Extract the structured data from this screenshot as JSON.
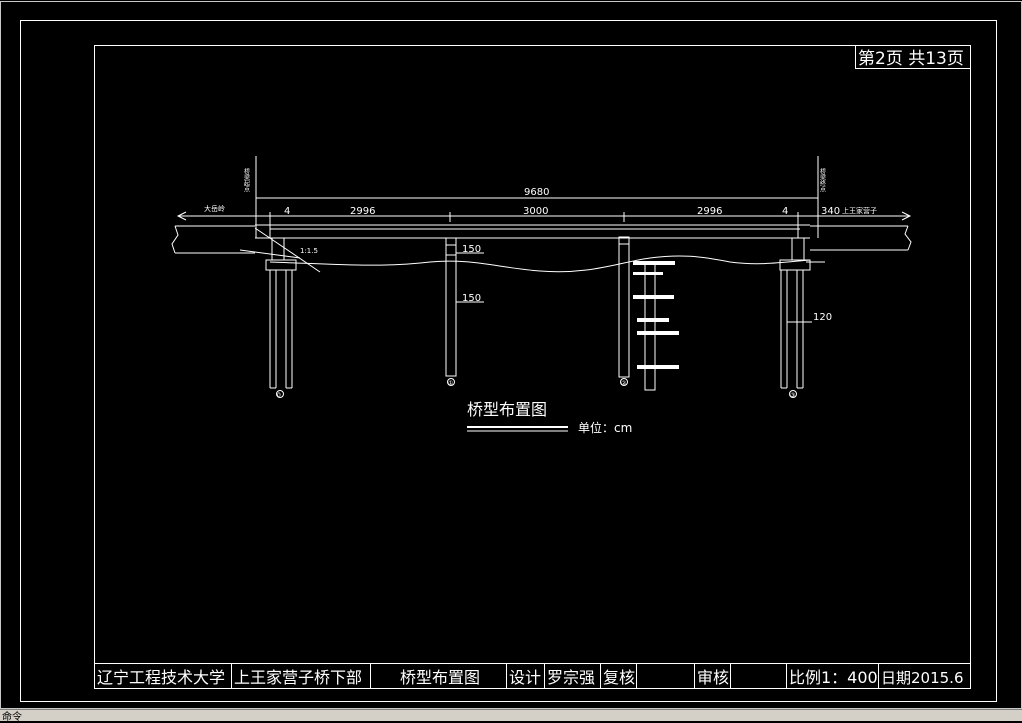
{
  "drawing": {
    "title": "桥型布置图",
    "unit_label": "单位：cm",
    "page_indicator": "第2页  共13页"
  },
  "dimensions": {
    "total": "9680",
    "left_end": "4",
    "span1": "2996",
    "span2": "3000",
    "span3": "2996",
    "right_end": "4",
    "right_approach": "340",
    "pier_seg_upper": "150",
    "pier_seg_lower": "150",
    "pile_width": "120",
    "slope": "1:1.5"
  },
  "labels": {
    "left_direction": "大岳岭",
    "right_direction": "上王家营子",
    "left_abutment_note": "桥梁起点",
    "right_abutment_note": "桥梁终点",
    "support_0": "0",
    "support_1": "①",
    "support_2": "②",
    "support_3": "③"
  },
  "title_block": {
    "school": "辽宁工程技术大学",
    "project": "上王家营子桥下部",
    "drawing_name": "桥型布置图",
    "design_label": "设计",
    "designer": "罗宗强",
    "review_label": "复核",
    "review_value": "",
    "approve_label": "审核",
    "approve_value": "",
    "scale": "比例1：400",
    "date": "日期2015.6"
  },
  "status_text": "命令"
}
